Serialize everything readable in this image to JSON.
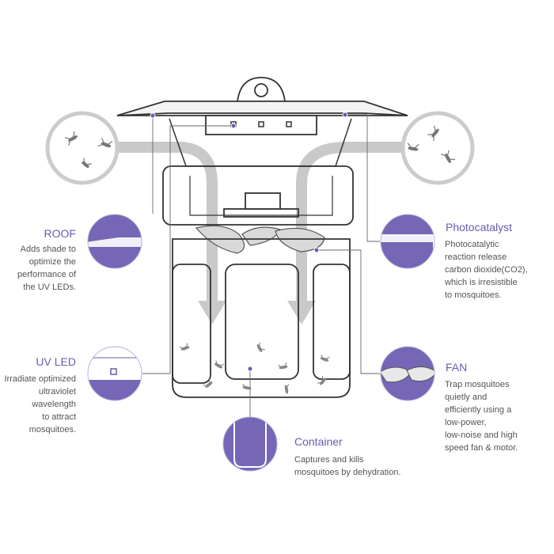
{
  "callouts": {
    "roof": {
      "title": "ROOF",
      "description": "Adds shade to\noptimize the\nperformance of\nthe UV LEDs."
    },
    "uv_led": {
      "title": "UV LED",
      "description": "Irradiate optimized\nultraviolet wavelength\nto attract mosquitoes."
    },
    "photocatalyst": {
      "title": "Photocatalyst",
      "description": "Photocatalytic\nreaction release\ncarbon dioxide(CO2),\nwhich is irresistible\nto mosquitoes."
    },
    "fan": {
      "title": "FAN",
      "description": "Trap mosquitoes\nquietly and\nefficiently using a\nlow-power,\nlow-noise and high\nspeed fan & motor."
    },
    "container": {
      "title": "Container",
      "description": "Captures and kills\nmosquitoes by dehydration."
    }
  },
  "colors": {
    "accent": "#6a5bb0",
    "callout_fill": "#7566b6",
    "line": "#555555",
    "arrow": "#c8c8c8"
  }
}
